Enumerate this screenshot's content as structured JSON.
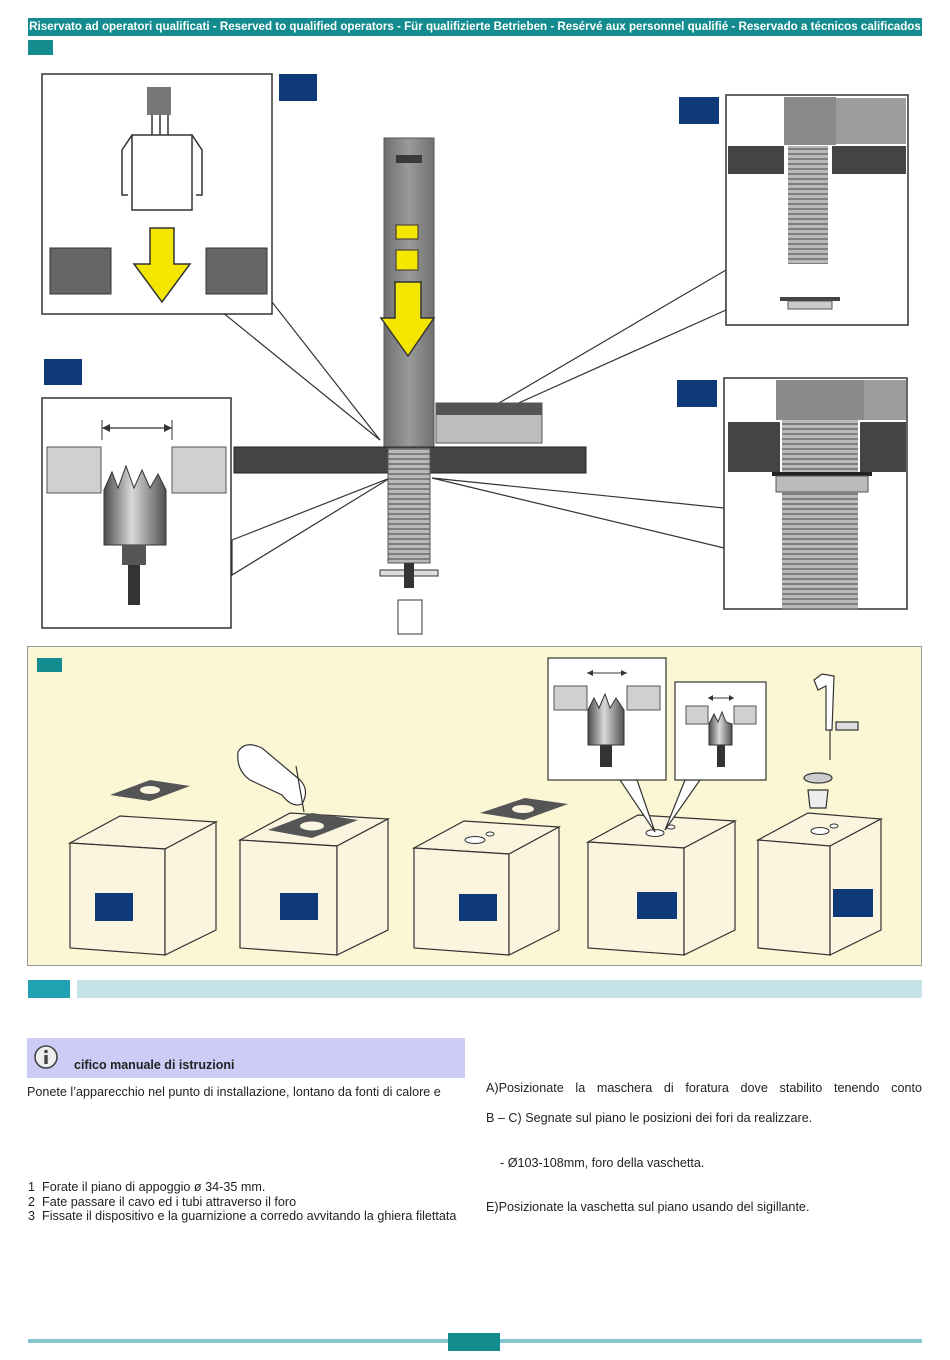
{
  "header": {
    "text": "Riservato ad operatori qualificati - Reserved to qualified operators - Für qualifizierte Betrieben - Resérvé aux personnel qualifié - Reservado a técnicos calificados"
  },
  "icons": {
    "info": "info-icon",
    "arrow": "yellow-down-arrow",
    "hole_saw": "hole-saw-drill-bit",
    "hand": "hand-with-pen"
  },
  "colors": {
    "teal": "#138b8f",
    "navy": "#0e3a7a",
    "yellow_panel": "#fbf7d4",
    "arrow_yellow": "#f4e600",
    "info_box": "#ccccf7",
    "section_bar": "#c6e3e8"
  },
  "info": {
    "title": "cifico manuale di istruzioni"
  },
  "left_text": {
    "intro": "Ponete l’apparecchio  nel punto di installazione, lontano da fonti di calore e",
    "steps": [
      {
        "n": "1",
        "text": "Forate il piano di appoggio ø 34-35  mm."
      },
      {
        "n": "2",
        "text": "Fate passare il cavo ed i tubi attraverso il foro"
      },
      {
        "n": "3",
        "text": "Fissate il dispositivo e la guarnizione a corredo avvitando la ghiera filettata"
      }
    ]
  },
  "right_text": {
    "a": "A)Posizionate la maschera di foratura dove stabilito tenendo conto",
    "bc": "B – C) Segnate sul piano le posizioni dei fori da realizzare.",
    "d": "- Ø103-108mm, foro della vaschetta.",
    "e": "E)Posizionate la vaschetta sul piano usando del sigillante."
  }
}
